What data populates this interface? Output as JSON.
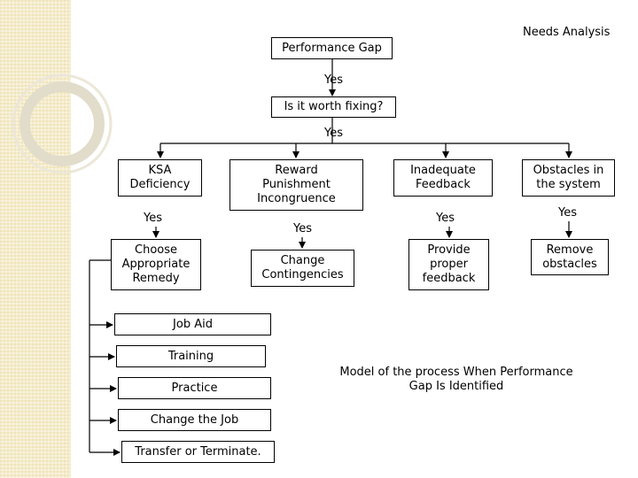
{
  "title": "Needs Analysis",
  "nodes": {
    "performance_gap": "Performance Gap",
    "worth_fixing": "Is it worth fixing?",
    "ksa_deficiency": "KSA\nDeficiency",
    "reward_punishment": "Reward\nPunishment\nIncongruence",
    "inadequate_feedback": "Inadequate\nFeedback",
    "obstacles": "Obstacles in\nthe system",
    "choose_remedy": "Choose\nAppropriate\nRemedy",
    "change_contingencies": "Change\nContingencies",
    "provide_feedback": "Provide\nproper\nfeedback",
    "remove_obstacles": "Remove\nobstacles"
  },
  "remedies": [
    "Job Aid",
    "Training",
    "Practice",
    "Change the Job",
    "Transfer or Terminate."
  ],
  "yes_label": "Yes",
  "caption": "Model of the process When Performance\nGap Is Identified"
}
